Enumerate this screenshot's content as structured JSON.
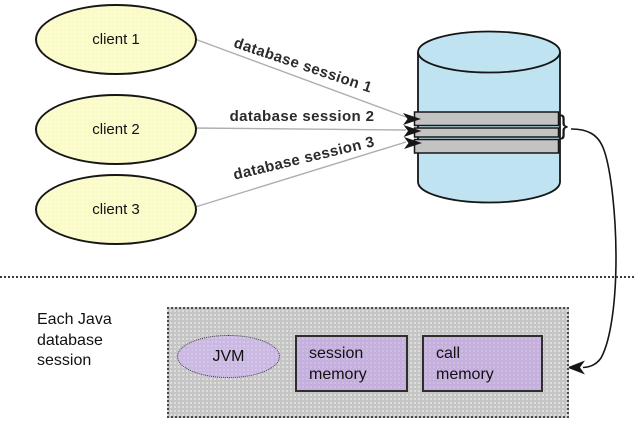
{
  "clients": [
    "client 1",
    "client 2",
    "client 3"
  ],
  "session_labels": [
    "database session 1",
    "database session 2",
    "database session 3"
  ],
  "brace_glyph": "}",
  "caption": "Each Java\ndatabase\nsession",
  "jvm_label": "JVM",
  "memory": [
    "session\nmemory",
    "call\nmemory"
  ],
  "colors": {
    "client_fill": "#fbfbc8",
    "db_fill": "#bfe3f1",
    "band_fill": "#c3c3c3",
    "panel_fill": "#c5c5c5",
    "jvm_fill": "#cbb9e3",
    "memory_fill": "#c5b0dd",
    "session_line": "#aeaeae",
    "ink": "#161616"
  }
}
